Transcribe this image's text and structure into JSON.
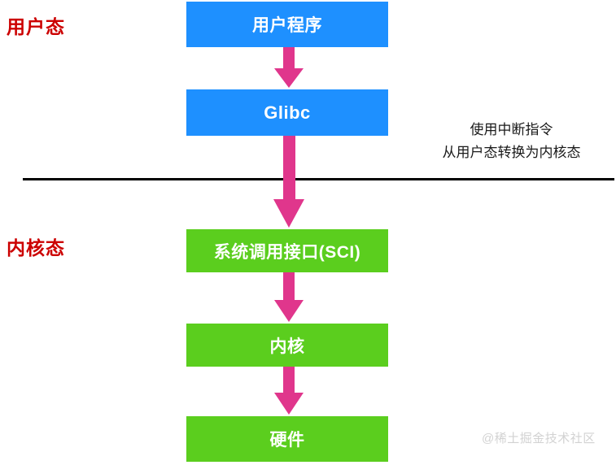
{
  "diagram": {
    "title": "Linux user mode / kernel mode system call flow",
    "background_color": "#FFFFFF",
    "colors": {
      "user_box": "#1E90FF",
      "kernel_box": "#5BCE1E",
      "arrow": "#E0368C",
      "mode_label": "#CC0000",
      "divider": "#000000",
      "watermark": "#D2D2D2",
      "box_text": "#FFFFFF",
      "note_text": "#1A1A1A"
    }
  },
  "mode_labels": {
    "user": "用户态",
    "kernel": "内核态"
  },
  "nodes": [
    {
      "id": "user-program",
      "label": "用户程序",
      "layer": "user",
      "color": "#1E90FF"
    },
    {
      "id": "glibc",
      "label": "Glibc",
      "layer": "user",
      "color": "#1E90FF"
    },
    {
      "id": "sci",
      "label": "系统调用接口(SCI)",
      "layer": "kernel",
      "color": "#5BCE1E"
    },
    {
      "id": "kernel",
      "label": "内核",
      "layer": "kernel",
      "color": "#5BCE1E"
    },
    {
      "id": "hardware",
      "label": "硬件",
      "layer": "kernel",
      "color": "#5BCE1E"
    }
  ],
  "arrows": [
    {
      "id": "arrow-user-program-to-glibc",
      "from": "user-program",
      "to": "glibc",
      "direction": "down",
      "color": "#E0368C"
    },
    {
      "id": "arrow-glibc-to-sci",
      "from": "glibc",
      "to": "sci",
      "direction": "down",
      "color": "#E0368C",
      "crosses_divider": true
    },
    {
      "id": "arrow-sci-to-kernel",
      "from": "sci",
      "to": "kernel",
      "direction": "down",
      "color": "#E0368C"
    },
    {
      "id": "arrow-kernel-to-hardware",
      "from": "kernel",
      "to": "hardware",
      "direction": "down",
      "color": "#E0368C"
    }
  ],
  "annotation": {
    "line1": "使用中断指令",
    "line2": "从用户态转换为内核态"
  },
  "watermark": {
    "text": "@稀土掘金技术社区"
  }
}
